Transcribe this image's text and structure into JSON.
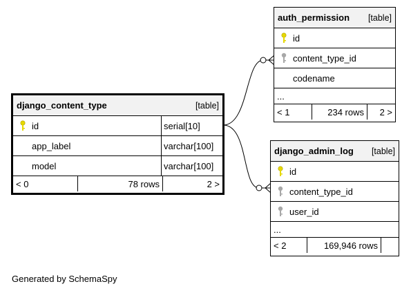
{
  "tables": {
    "content_type": {
      "name": "django_content_type",
      "kind": "[table]",
      "columns": [
        {
          "name": "id",
          "type": "serial[10]",
          "key": "primary"
        },
        {
          "name": "app_label",
          "type": "varchar[100]",
          "key": "none"
        },
        {
          "name": "model",
          "type": "varchar[100]",
          "key": "none"
        }
      ],
      "footer": {
        "parents": "< 0",
        "rows": "78 rows",
        "children": "2 >"
      }
    },
    "auth_permission": {
      "name": "auth_permission",
      "kind": "[table]",
      "columns": [
        {
          "name": "id",
          "key": "primary"
        },
        {
          "name": "content_type_id",
          "key": "foreign"
        },
        {
          "name": "codename",
          "key": "none"
        }
      ],
      "ellipsis": "...",
      "footer": {
        "parents": "< 1",
        "rows": "234 rows",
        "children": "2 >"
      }
    },
    "admin_log": {
      "name": "django_admin_log",
      "kind": "[table]",
      "columns": [
        {
          "name": "id",
          "key": "primary"
        },
        {
          "name": "content_type_id",
          "key": "foreign"
        },
        {
          "name": "user_id",
          "key": "foreign"
        }
      ],
      "ellipsis": "...",
      "footer": {
        "parents": "< 2",
        "rows": "169,946 rows",
        "children": ""
      }
    }
  },
  "colors": {
    "primary_key": "#e6d800",
    "foreign_key": "#a8a8a8",
    "header_bg": "#f2f2f2"
  },
  "icons": {
    "primary_key": "key-icon",
    "foreign_key": "key-icon"
  },
  "credit": "Generated by SchemaSpy"
}
